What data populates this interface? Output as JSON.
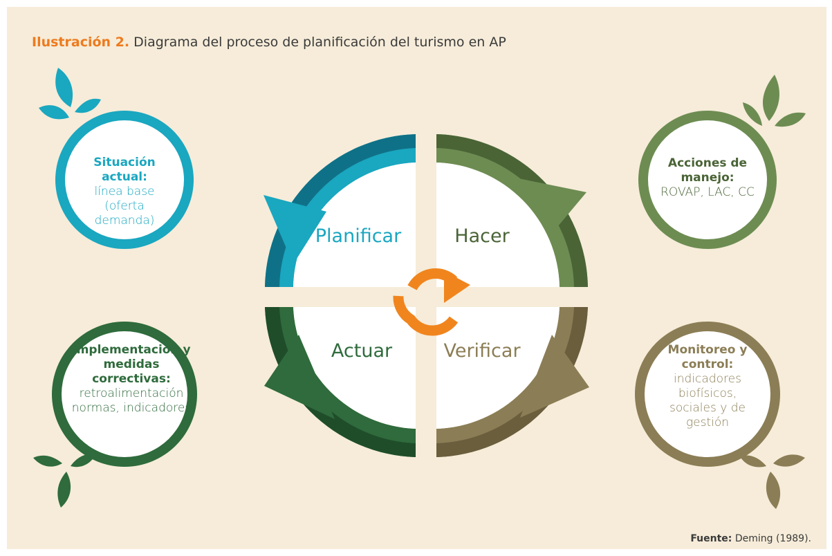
{
  "title": {
    "label": "Ilustración 2.",
    "text": "Diagrama del proceso de planificación del turismo en AP"
  },
  "quadrants": {
    "plan": "Planificar",
    "do": "Hacer",
    "act": "Actuar",
    "check": "Verificar"
  },
  "circles": {
    "situation": {
      "heading": "Situación actual:",
      "body": "línea base (oferta demanda)"
    },
    "actions": {
      "heading": "Acciones de manejo:",
      "body": "ROVAP, LAC, CC"
    },
    "implementation": {
      "heading": "Implementación y medidas correctivas:",
      "body": "retroalimentación normas, indicadores"
    },
    "monitoring": {
      "heading": "Monitoreo y control:",
      "body": "indicadores biofísicos, sociales y de gestión"
    }
  },
  "source": {
    "label": "Fuente:",
    "text": "Deming (1989)."
  },
  "colors": {
    "background": "#f6ecd9",
    "title_accent": "#ee7a1e",
    "plan": "#1aa7c0",
    "plan_dark": "#0f7187",
    "do": "#6d8c52",
    "do_dark": "#4a6436",
    "act": "#2f6b3c",
    "act_dark": "#1f4d2a",
    "check": "#8b7d55",
    "check_dark": "#6a5e3d",
    "cycle_arrow": "#f0851e"
  },
  "icons": [
    "leaf-icon",
    "cycle-arrow-icon"
  ]
}
